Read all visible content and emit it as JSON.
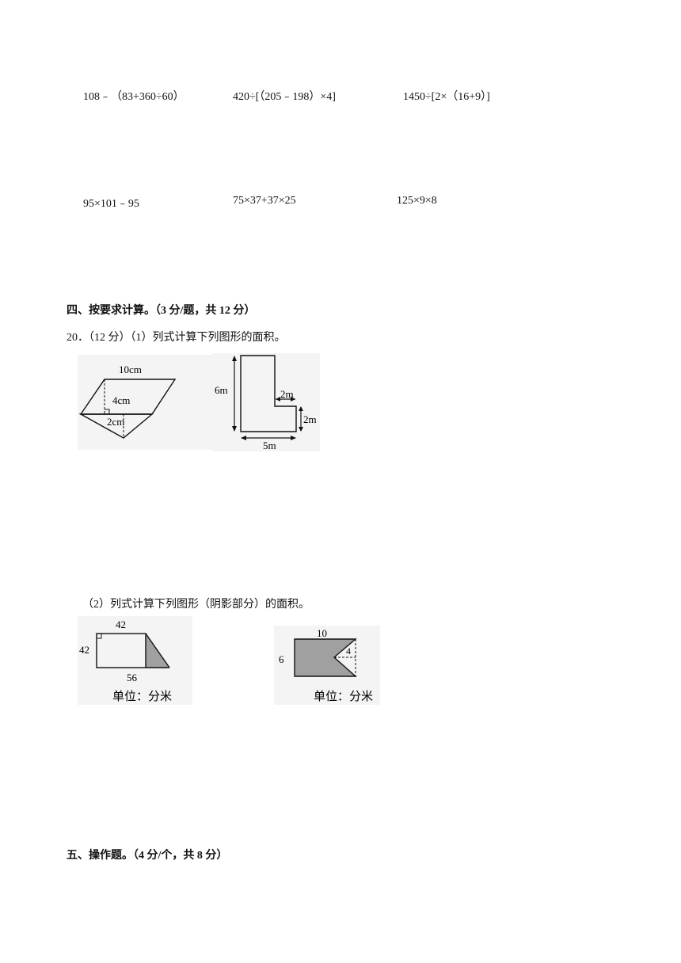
{
  "row1": [
    "108﹣（83+360÷60）",
    "420÷[（205﹣198）×4]",
    "1450÷[2×（16+9）]"
  ],
  "row2": [
    "95×101﹣95",
    "75×37+37×25",
    "125×9×8"
  ],
  "section4": {
    "title": "四、按要求计算。（3 分/题，共 12 分）"
  },
  "q20": {
    "stem": "20．（12 分）（1）列式计算下列图形的面积。",
    "part2": "（2）列式计算下列图形（阴影部分）的面积。"
  },
  "fig1": {
    "top": "10cm",
    "height": "4cm",
    "base": "2cm"
  },
  "fig2": {
    "left": "6m",
    "notch": "2m",
    "right": "2m",
    "bottom": "5m"
  },
  "fig3": {
    "top": "42",
    "left": "42",
    "bottom": "56",
    "unit": "单位：分米"
  },
  "fig4": {
    "top": "10",
    "left": "6",
    "inner": "4",
    "unit": "单位：分米"
  },
  "section5": {
    "title": "五、操作题。（4 分/个，共 8 分）"
  }
}
